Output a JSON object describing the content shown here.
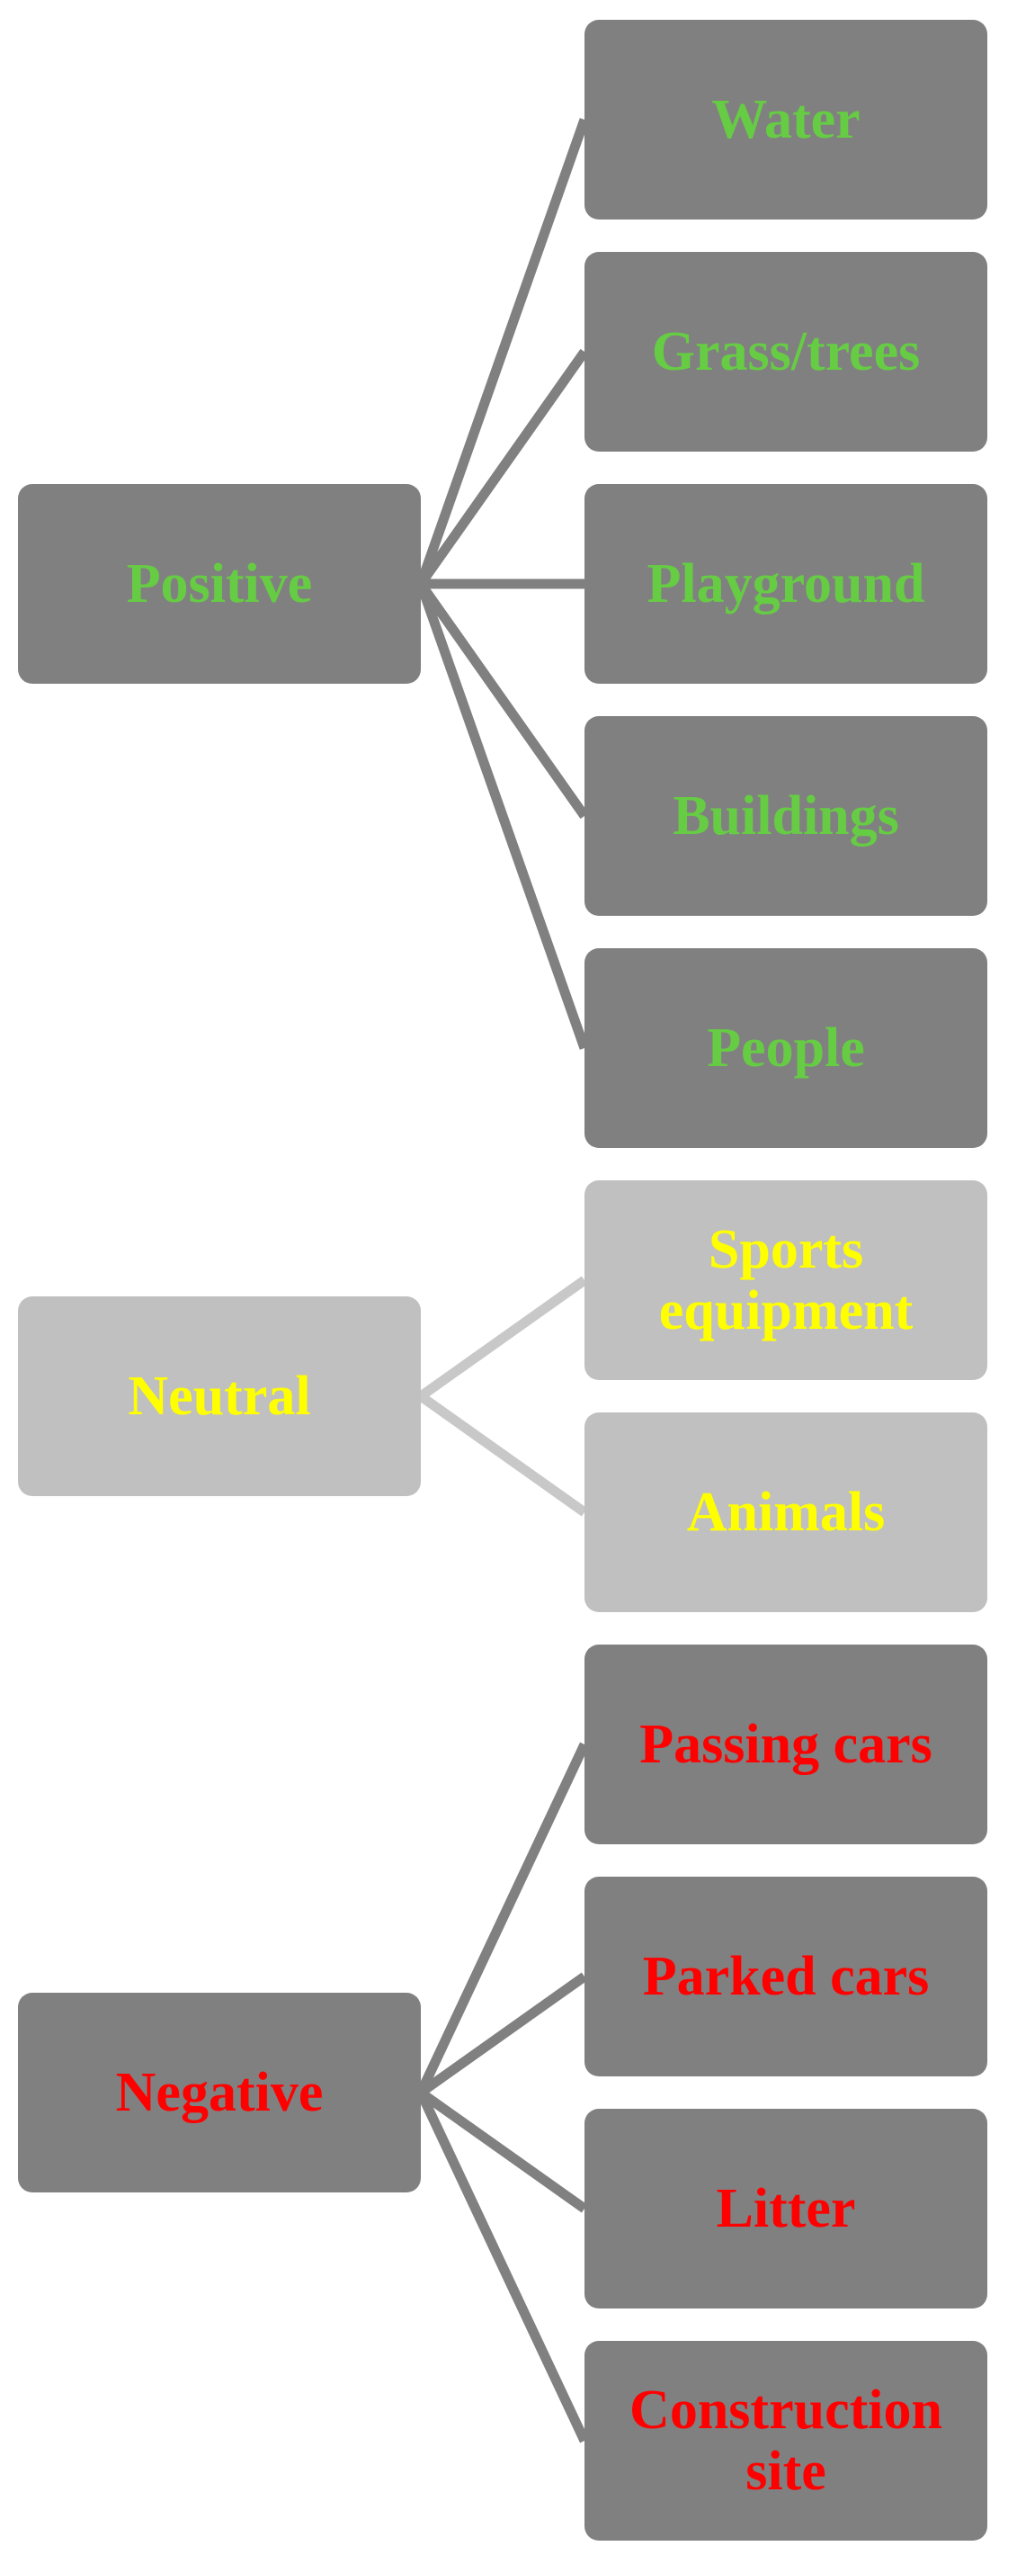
{
  "diagram": {
    "colors": {
      "dark_box": "#808080",
      "light_box": "#c0c0c0",
      "dark_line": "#808080",
      "light_line": "#c8c8c8",
      "positive_text": "#66cc44",
      "neutral_text": "#ffff00",
      "negative_text": "#ff0000"
    },
    "groups": [
      {
        "key": "positive",
        "label": "Positive",
        "tone": "dark",
        "text_color": "#66cc44",
        "children": [
          "Water",
          "Grass/trees",
          "Playground",
          "Buildings",
          "People"
        ]
      },
      {
        "key": "neutral",
        "label": "Neutral",
        "tone": "light",
        "text_color": "#ffff00",
        "children": [
          "Sports equipment",
          "Animals"
        ]
      },
      {
        "key": "negative",
        "label": "Negative",
        "tone": "dark",
        "text_color": "#ff0000",
        "children": [
          "Passing cars",
          "Parked cars",
          "Litter",
          "Construction site"
        ]
      }
    ]
  }
}
